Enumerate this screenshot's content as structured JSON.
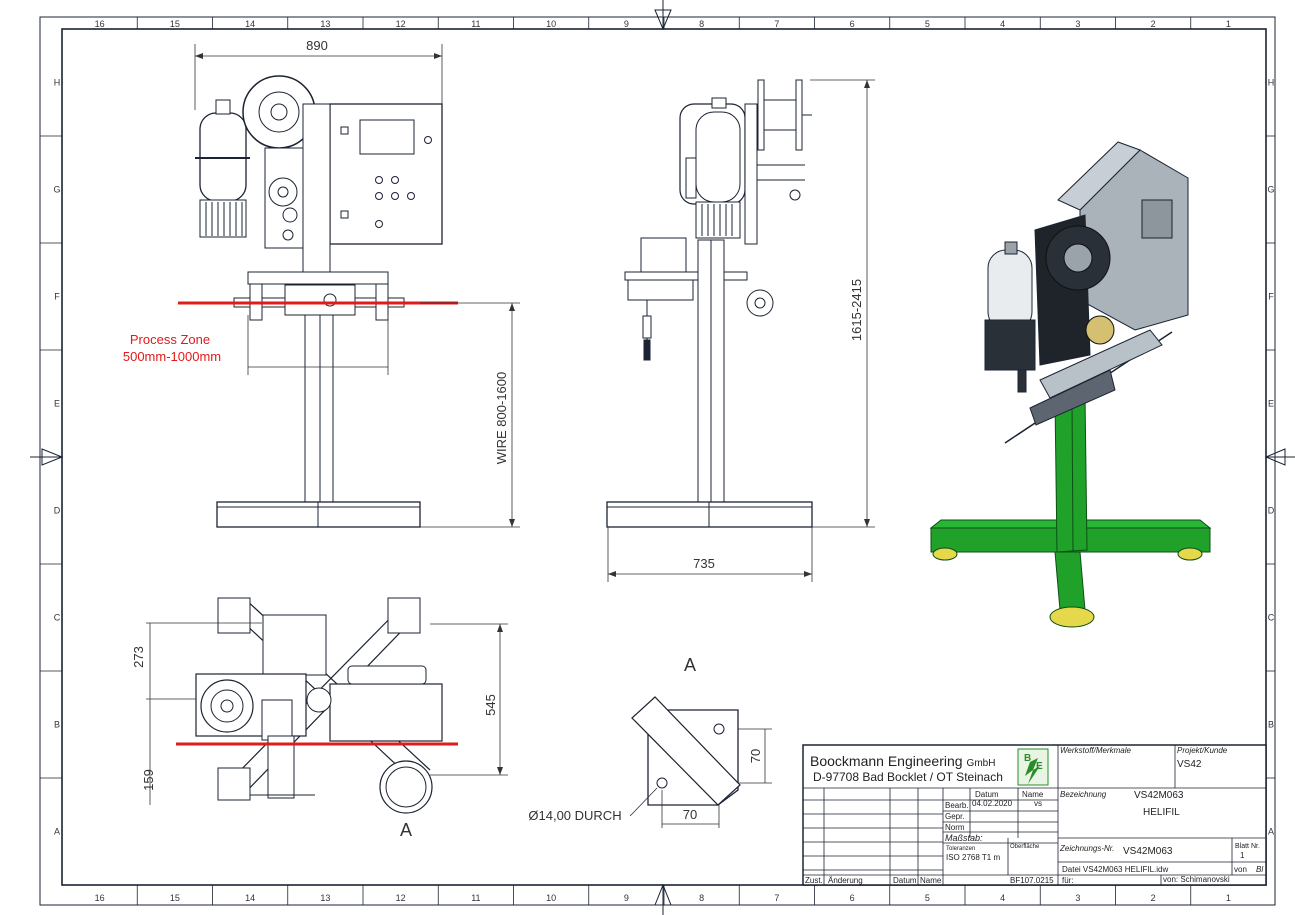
{
  "frame": {
    "columns": [
      "16",
      "15",
      "14",
      "13",
      "12",
      "11",
      "10",
      "9",
      "8",
      "7",
      "6",
      "5",
      "4",
      "3",
      "2",
      "1"
    ],
    "rows": [
      "H",
      "G",
      "F",
      "E",
      "D",
      "C",
      "B",
      "A"
    ]
  },
  "dimensions": {
    "top_width": "890",
    "wire_height": "WIRE 800-1600",
    "total_height": "1615-2415",
    "side_width": "735",
    "plan_273": "273",
    "plan_159": "159",
    "plan_545": "545",
    "detail_70_h": "70",
    "detail_70_w": "70",
    "hole": "Ø14,00 DURCH"
  },
  "annotations": {
    "process_zone_line1": "Process Zone",
    "process_zone_line2": "500mm-1000mm",
    "section_a_top": "A",
    "section_a_bottom": "A"
  },
  "colors": {
    "line": "#1b2333",
    "process_zone": "#e01b1b",
    "frame_green": "#1fa12a",
    "frame_yellow": "#e5d84a",
    "housing_grey": "#9aa2aa"
  },
  "title_block": {
    "company": "Boockmann Engineering",
    "company_suffix": "GmbH",
    "address": "D-97708 Bad Bocklet / OT Steinach",
    "werkstoff_label": "Werkstoff/Merkmale",
    "projekt_label": "Projekt/Kunde",
    "projekt_value": "VS42",
    "datum_label": "Datum",
    "name_label": "Name",
    "bearb_label": "Bearb.",
    "bearb_date": "04.02.2020",
    "bearb_name": "vs",
    "gepr_label": "Gepr.",
    "norm_label": "Norm",
    "massstab_label": "Maßstab:",
    "toleranzen_label": "Toleranzen",
    "toleranzen_value": "ISO 2768 T1 m",
    "oberflaeche_label": "Oberfläche",
    "bezeichnung_label": "Bezeichnung",
    "bezeichnung_value1": "VS42M063",
    "bezeichnung_value2": "HELIFIL",
    "zeichnungsnr_label": "Zeichnungs-Nr.",
    "zeichnungsnr_value": "VS42M063",
    "blatt_label": "Blatt Nr.",
    "blatt_value": "1",
    "von_label": "von",
    "von_short": "Bl",
    "datei": "Datei VS42M063 HELIFIL.idw",
    "zust_label": "Zust.",
    "aenderung_label": "Änderung",
    "datum2_label": "Datum",
    "name2_label": "Name",
    "bf_number": "BF107.0215",
    "fuer_label": "für:",
    "von_name": "von: Schimanovski"
  }
}
